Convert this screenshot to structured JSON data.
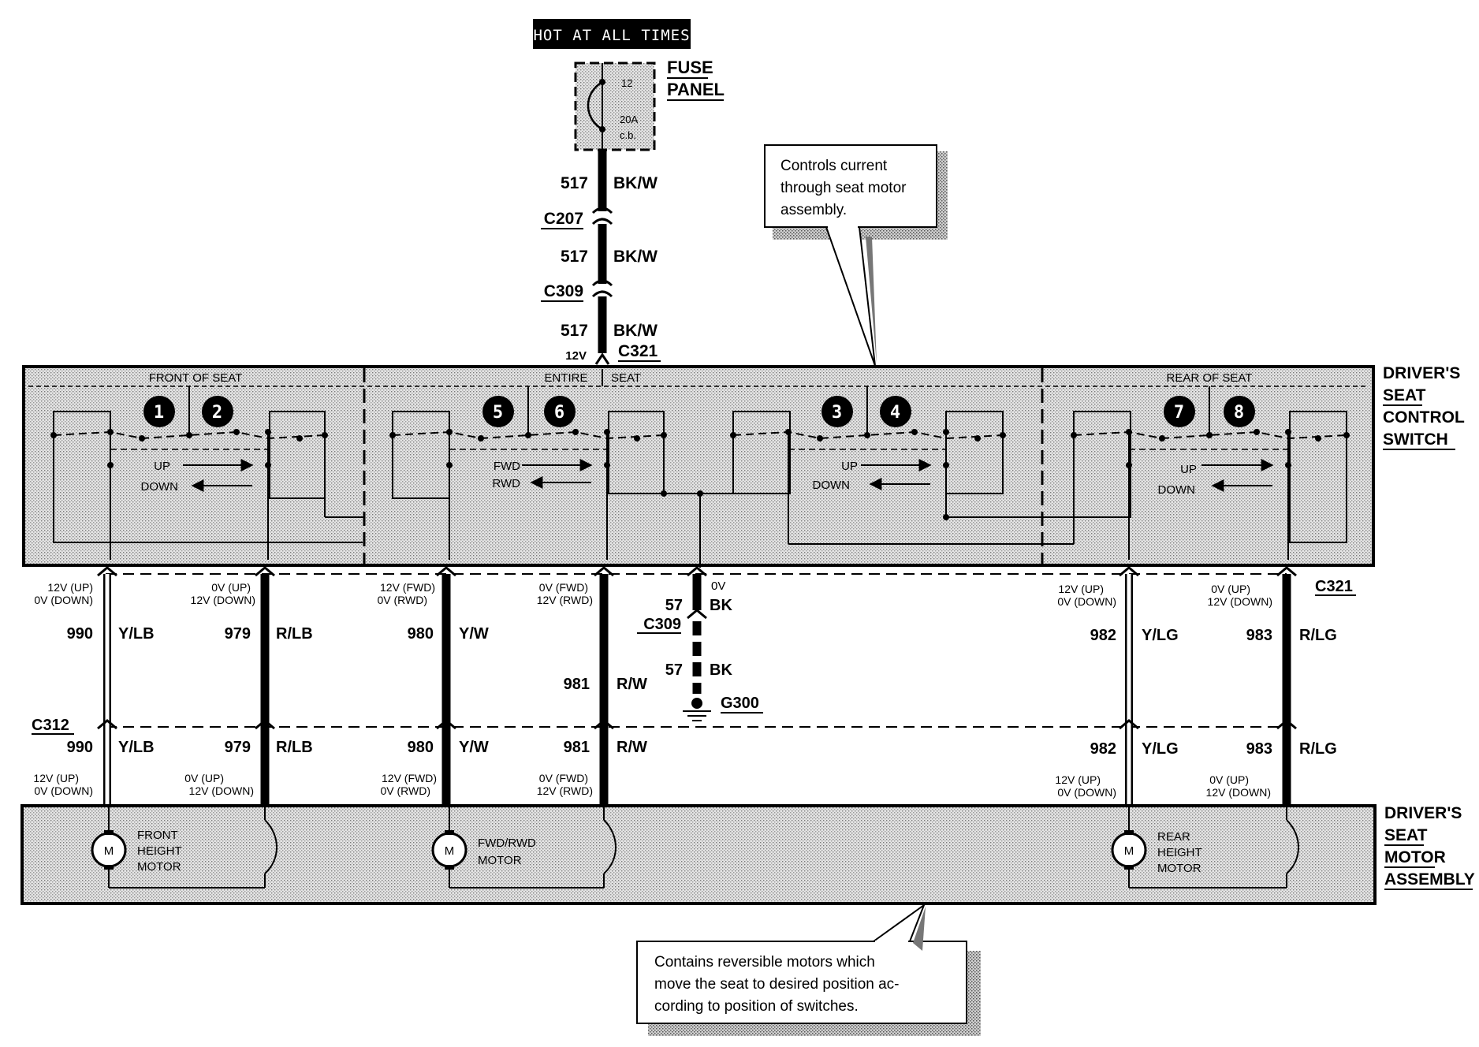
{
  "header": {
    "hot": "HOT AT ALL TIMES"
  },
  "fuse": {
    "title_1": "FUSE",
    "title_2": "PANEL",
    "number": "12",
    "rating": "20A",
    "type": "c.b."
  },
  "feed": [
    {
      "circuit": "517",
      "color": "BK/W"
    },
    {
      "connector": "C207"
    },
    {
      "circuit": "517",
      "color": "BK/W"
    },
    {
      "connector": "C309"
    },
    {
      "circuit": "517",
      "color": "BK/W"
    },
    {
      "voltage": "12V",
      "connector": "C321"
    }
  ],
  "notes": {
    "control": [
      "Controls current",
      "through seat motor",
      "assembly."
    ],
    "motor": [
      "Contains reversible motors which",
      "move the seat to desired position ac-",
      "cording to position of switches."
    ]
  },
  "switch_box": {
    "title": [
      "DRIVER'S",
      "SEAT",
      "CONTROL",
      "SWITCH"
    ],
    "sections": [
      "FRONT OF SEAT",
      "ENTIRE",
      "SEAT",
      "REAR OF SEAT"
    ],
    "contacts": [
      "1",
      "2",
      "5",
      "6",
      "3",
      "4",
      "7",
      "8"
    ],
    "labels": [
      "UP",
      "DOWN",
      "FWD",
      "RWD",
      "UP",
      "DOWN",
      "UP",
      "DOWN"
    ]
  },
  "motor_box": {
    "title": [
      "DRIVER'S",
      "SEAT",
      "MOTOR",
      "ASSEMBLY"
    ],
    "motors": [
      {
        "symbol": "M",
        "name": [
          "FRONT",
          "HEIGHT",
          "MOTOR"
        ]
      },
      {
        "symbol": "M",
        "name": [
          "FWD/RWD",
          "MOTOR"
        ]
      },
      {
        "symbol": "M",
        "name": [
          "REAR",
          "HEIGHT",
          "MOTOR"
        ]
      }
    ]
  },
  "connectors": {
    "c321": "C321",
    "c312": "C312",
    "c309": "C309",
    "g300": "G300"
  },
  "wires": [
    {
      "circuit": "990",
      "color": "Y/LB",
      "v1": "12V (UP)",
      "v2": "0V (DOWN)"
    },
    {
      "circuit": "979",
      "color": "R/LB",
      "v1": "0V (UP)",
      "v2": "12V (DOWN)"
    },
    {
      "circuit": "980",
      "color": "Y/W",
      "v1": "12V (FWD)",
      "v2": "0V (RWD)"
    },
    {
      "circuit": "981",
      "color": "R/W",
      "v1": "0V (FWD)",
      "v2": "12V (RWD)"
    },
    {
      "circuit": "982",
      "color": "Y/LG",
      "v1": "12V (UP)",
      "v2": "0V (DOWN)"
    },
    {
      "circuit": "983",
      "color": "R/LG",
      "v1": "0V (UP)",
      "v2": "12V (DOWN)"
    }
  ],
  "ground": {
    "voltage": "0V",
    "circuit": "57",
    "color": "BK"
  }
}
